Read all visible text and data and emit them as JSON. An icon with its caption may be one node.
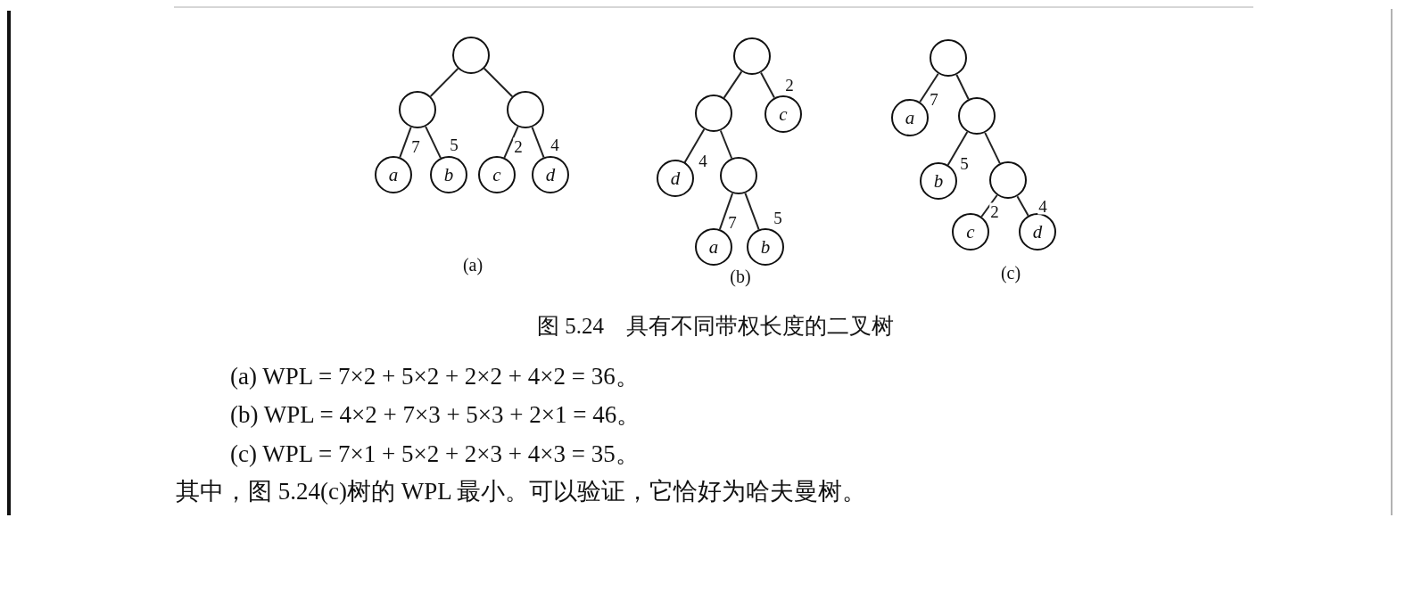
{
  "diagram": {
    "caption": "图 5.24　具有不同带权长度的二叉树",
    "nodes": [
      {
        "text": [],
        "shape": "circle"
      },
      {
        "text": [],
        "shape": "circle"
      },
      {
        "text": [],
        "shape": "circle"
      },
      {
        "text": [
          "a"
        ]
      },
      {
        "text": [
          "b"
        ]
      },
      {
        "text": [
          "c"
        ]
      },
      {
        "text": [
          "d"
        ]
      },
      {
        "text": [],
        "shape": "circle"
      },
      {
        "text": [],
        "shape": "circle"
      },
      {
        "text": [
          "c"
        ]
      },
      {
        "text": [
          "d"
        ]
      },
      {
        "text": [],
        "shape": "circle"
      },
      {
        "text": [
          "a"
        ]
      },
      {
        "text": [
          "b"
        ]
      },
      {
        "text": [],
        "shape": "circle"
      },
      {
        "text": [
          "a"
        ]
      },
      {
        "text": [],
        "shape": "circle"
      },
      {
        "text": [
          "b"
        ]
      },
      {
        "text": [],
        "shape": "circle"
      },
      {
        "text": [
          "c"
        ]
      },
      {
        "text": [
          "d"
        ]
      }
    ],
    "edges": [
      {
        "from": 0,
        "to": 1,
        "arrow": "none"
      },
      {
        "from": 0,
        "to": 2,
        "arrow": "none"
      },
      {
        "from": 1,
        "to": 3,
        "arrow": "none",
        "label": "7"
      },
      {
        "from": 1,
        "to": 4,
        "arrow": "none",
        "label": "5"
      },
      {
        "from": 2,
        "to": 5,
        "arrow": "none",
        "label": "2"
      },
      {
        "from": 2,
        "to": 6,
        "arrow": "none",
        "label": "4"
      },
      {
        "from": 7,
        "to": 8,
        "arrow": "none"
      },
      {
        "from": 7,
        "to": 9,
        "arrow": "none",
        "label": "2"
      },
      {
        "from": 8,
        "to": 10,
        "arrow": "none",
        "label": "4"
      },
      {
        "from": 8,
        "to": 11,
        "arrow": "none"
      },
      {
        "from": 11,
        "to": 12,
        "arrow": "none",
        "label": "7"
      },
      {
        "from": 11,
        "to": 13,
        "arrow": "none",
        "label": "5"
      },
      {
        "from": 14,
        "to": 15,
        "arrow": "none",
        "label": "7"
      },
      {
        "from": 14,
        "to": 16,
        "arrow": "none"
      },
      {
        "from": 16,
        "to": 17,
        "arrow": "none",
        "label": "5"
      },
      {
        "from": 16,
        "to": 18,
        "arrow": "none"
      },
      {
        "from": 18,
        "to": 19,
        "arrow": "none",
        "label": "2"
      },
      {
        "from": 18,
        "to": 20,
        "arrow": "none",
        "label": "4"
      }
    ],
    "labels": [
      "(a)",
      "(b)",
      "(c)",
      "(a) WPL = 7×2 + 5×2 + 2×2 + 4×2 = 36。",
      "(b) WPL = 4×2 + 7×3 + 5×3 + 2×1 = 46。",
      "(c) WPL = 7×1 + 5×2 + 2×3 + 4×3 = 35。",
      "其中，图 5.24(c)树的 WPL 最小。可以验证，它恰好为哈夫曼树。"
    ]
  }
}
